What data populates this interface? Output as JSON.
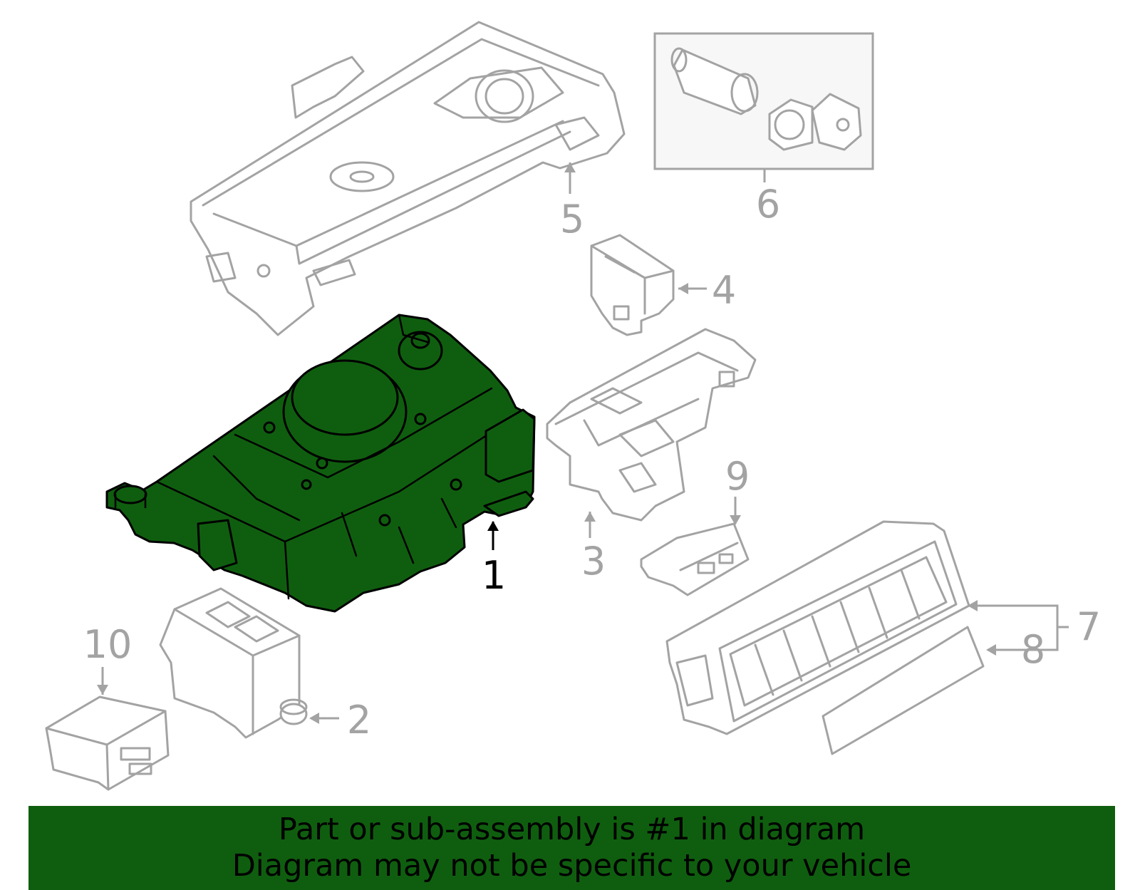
{
  "callouts": {
    "p1": "1",
    "p2": "2",
    "p3": "3",
    "p4": "4",
    "p5": "5",
    "p6": "6",
    "p7": "7",
    "p8": "8",
    "p9": "9",
    "p10": "10"
  },
  "banner": {
    "line1": "Part or sub-assembly is #1 in diagram",
    "line2": "Diagram may not be specific to your vehicle"
  },
  "colors": {
    "highlight": "#0f5e0f",
    "outline": "#a3a3a3",
    "banner": "#0f5e0f"
  }
}
